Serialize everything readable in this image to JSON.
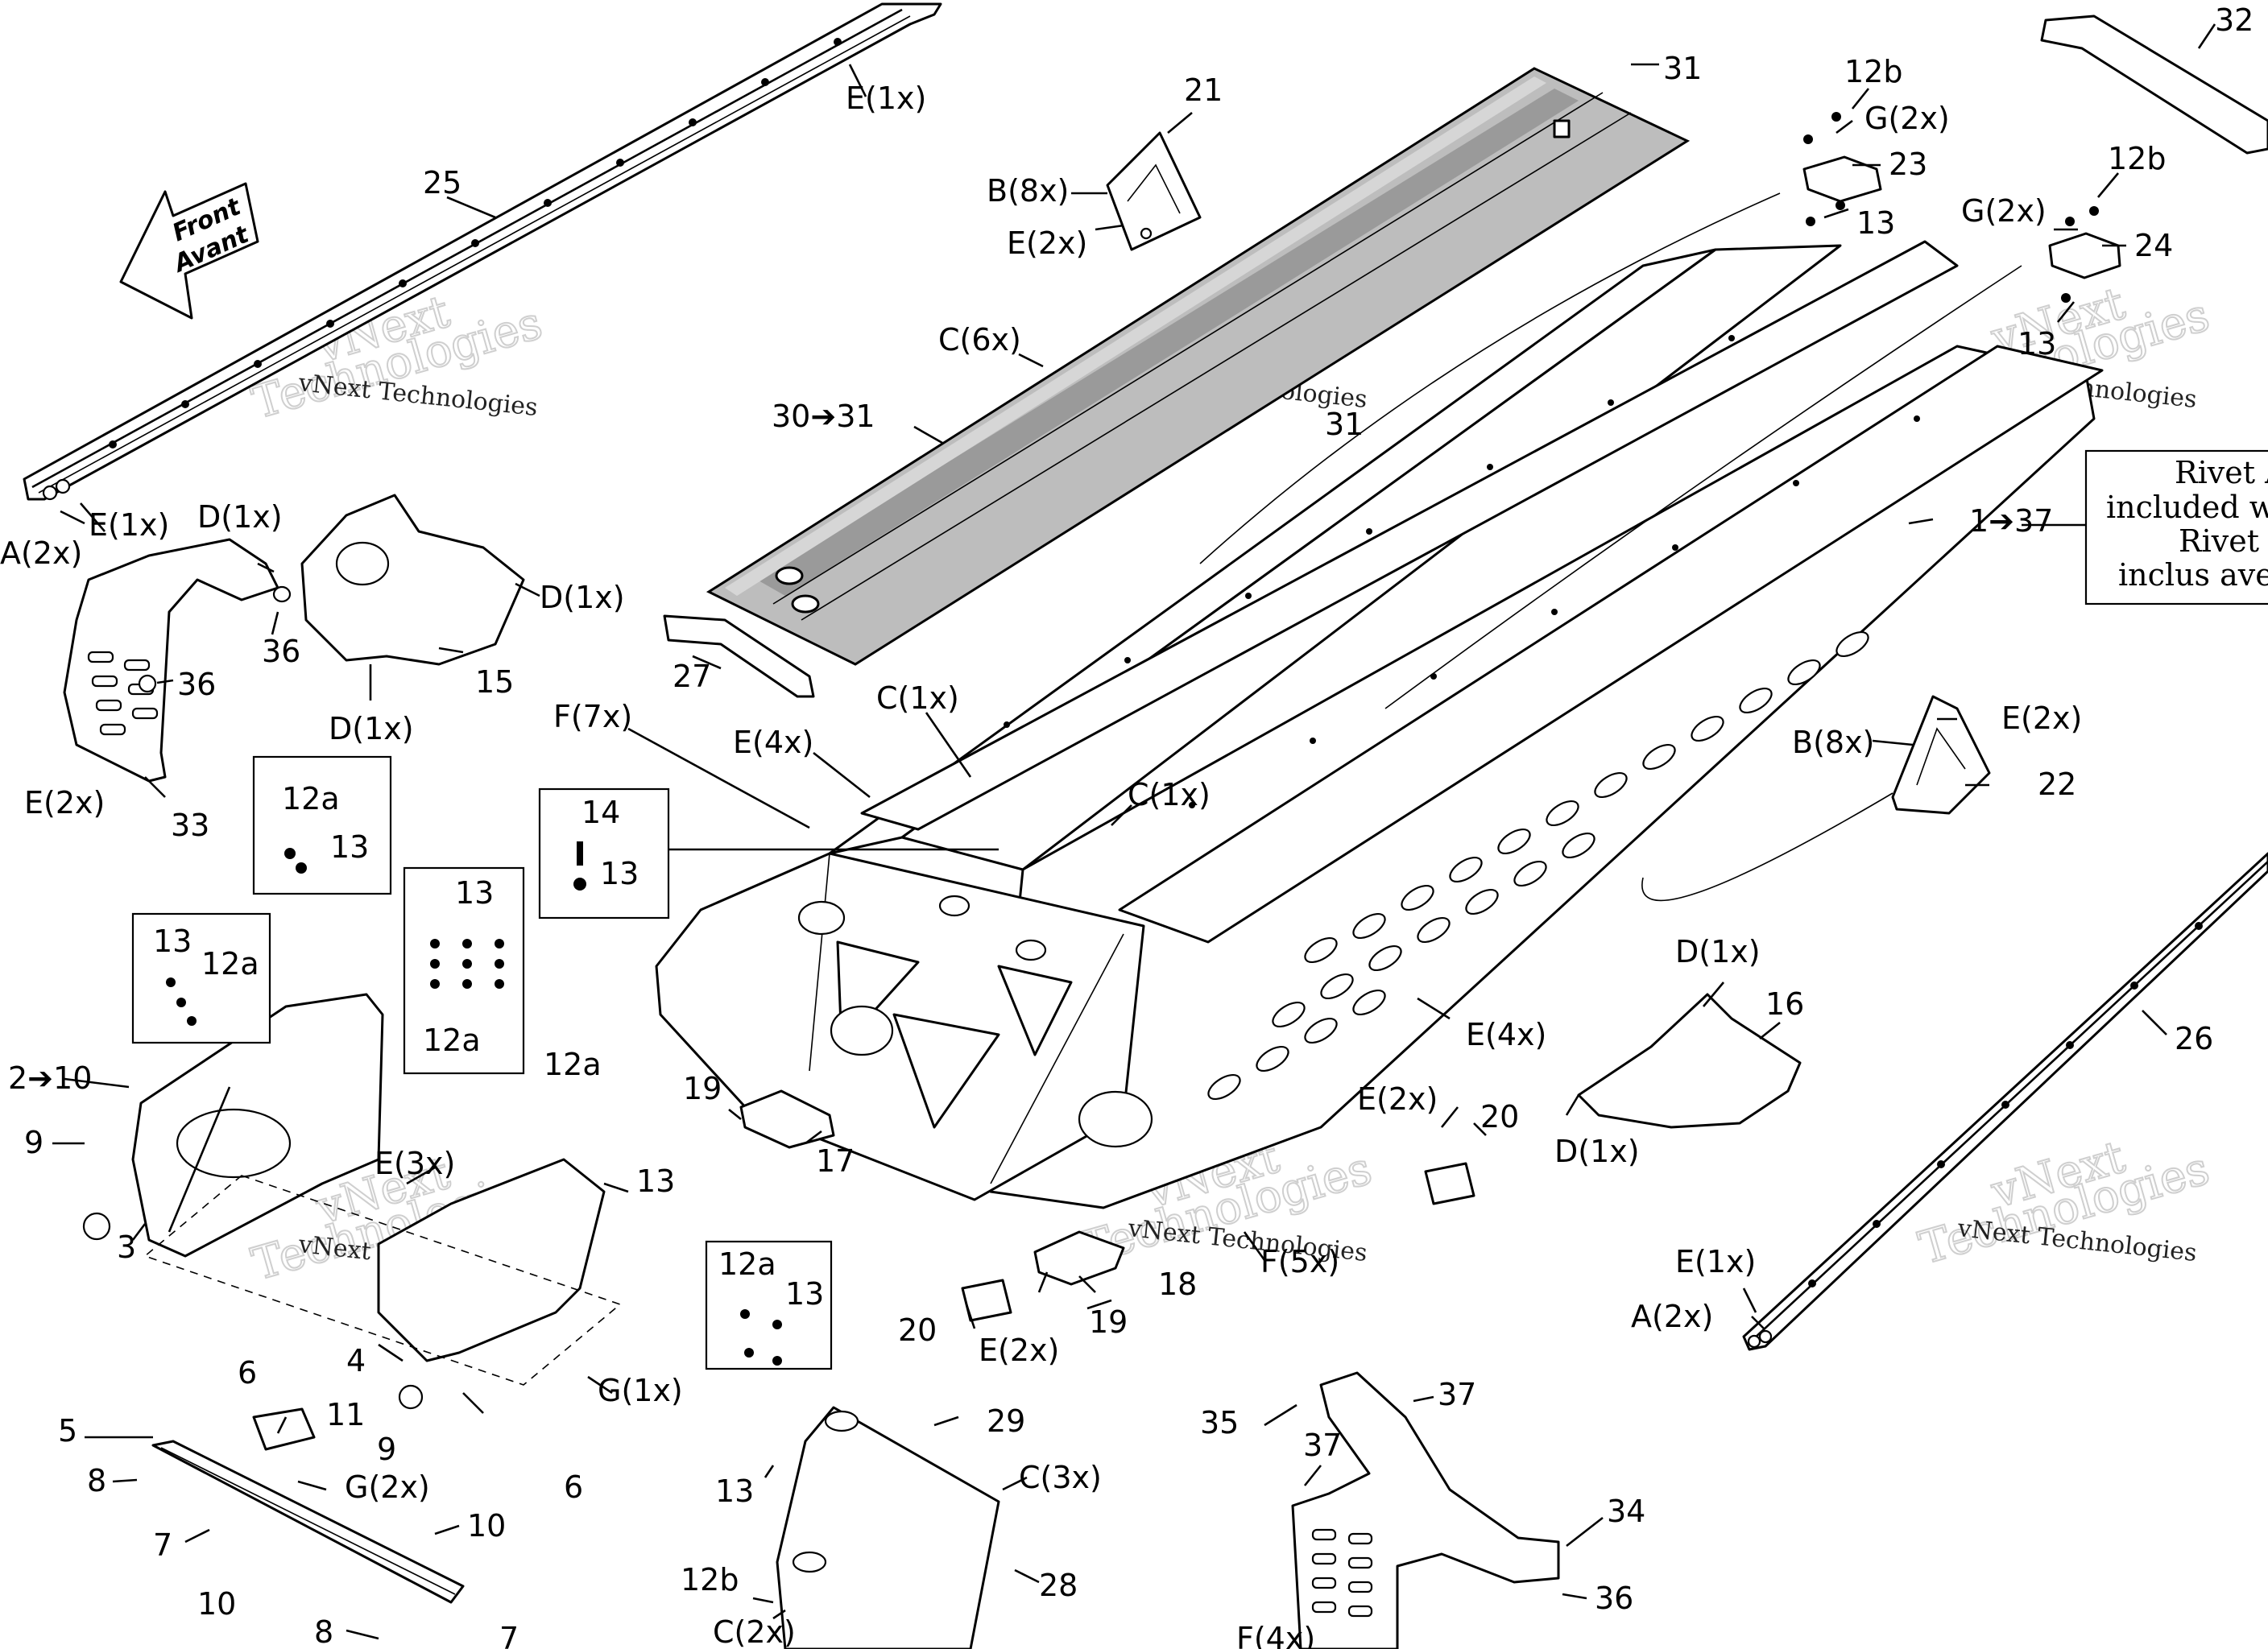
{
  "diagram": {
    "callouts": {
      "c25": "25",
      "e1x_a": "E(1x)",
      "a2x_a": "A(2x)",
      "e1x_b": "E(1x)",
      "c21": "21",
      "b8x_a": "B(8x)",
      "e2x_a": "E(2x)",
      "c31_a": "31",
      "c31_b": "31",
      "c6x": "C(6x)",
      "c30_31": "30➔31",
      "c27": "27",
      "c12b_a": "12b",
      "g2x_a": "G(2x)",
      "c23": "23",
      "c13_a": "13",
      "c12b_b": "12b",
      "g2x_b": "G(2x)",
      "c24": "24",
      "c13_b": "13",
      "c32": "32",
      "c1_37": "1➔37",
      "d1x_a": "D(1x)",
      "c36_a": "36",
      "c36_b": "36",
      "e2x_b": "E(2x)",
      "c33": "33",
      "d1x_b": "D(1x)",
      "d1x_c": "D(1x)",
      "c15": "15",
      "f7x": "F(7x)",
      "e4x_a": "E(4x)",
      "c1x_a": "C(1x)",
      "c1x_b": "C(1x)",
      "c12a_a": "12a",
      "c13_c": "13",
      "c14": "14",
      "c13_d": "13",
      "c13_e": "13",
      "c12a_b": "12a",
      "c13_f": "13",
      "c12a_c": "12a",
      "b8x_b": "B(8x)",
      "e2x_c": "E(2x)",
      "c22": "22",
      "c2_10": "2➔10",
      "c9_a": "9",
      "c3": "3",
      "e3x": "E(3x)",
      "c12a_d": "12a",
      "c13_g": "13",
      "c19_a": "19",
      "c17": "17",
      "d1x_d": "D(1x)",
      "c16": "16",
      "e4x_b": "E(4x)",
      "e2x_d": "E(2x)",
      "c20_a": "20",
      "d1x_e": "D(1x)",
      "c26": "26",
      "c6_a": "6",
      "c4": "4",
      "c9_b": "9",
      "g1x": "G(1x)",
      "c12a_e": "12a",
      "c13_h": "13",
      "c5": "5",
      "c11": "11",
      "g2x_c": "G(2x)",
      "c8_a": "8",
      "c7_a": "7",
      "c10_a": "10",
      "c10_b": "10",
      "c8_b": "8",
      "c7_b": "7",
      "c6_b": "6",
      "c20_b": "20",
      "e2x_e": "E(2x)",
      "c18": "18",
      "c19_b": "19",
      "f5x": "F(5x)",
      "e1x_c": "E(1x)",
      "a2x_b": "A(2x)",
      "c29": "29",
      "c13_i": "13",
      "c3x": "C(3x)",
      "c28": "28",
      "c12b_c": "12b",
      "c2x": "C(2x)",
      "c35": "35",
      "c37_a": "37",
      "c37_b": "37",
      "c34": "34",
      "c36_c": "36",
      "f4x": "F(4x)"
    },
    "front_arrow": {
      "line1": "Front",
      "line2": "Avant"
    },
    "note_box": {
      "line1": "Rivet A",
      "line2": "included w",
      "line3": "Rivet d",
      "line4": "inclus ave"
    },
    "watermark": {
      "brand": "vNext",
      "company": "Technologies",
      "caption": "vNext Technologies"
    }
  }
}
